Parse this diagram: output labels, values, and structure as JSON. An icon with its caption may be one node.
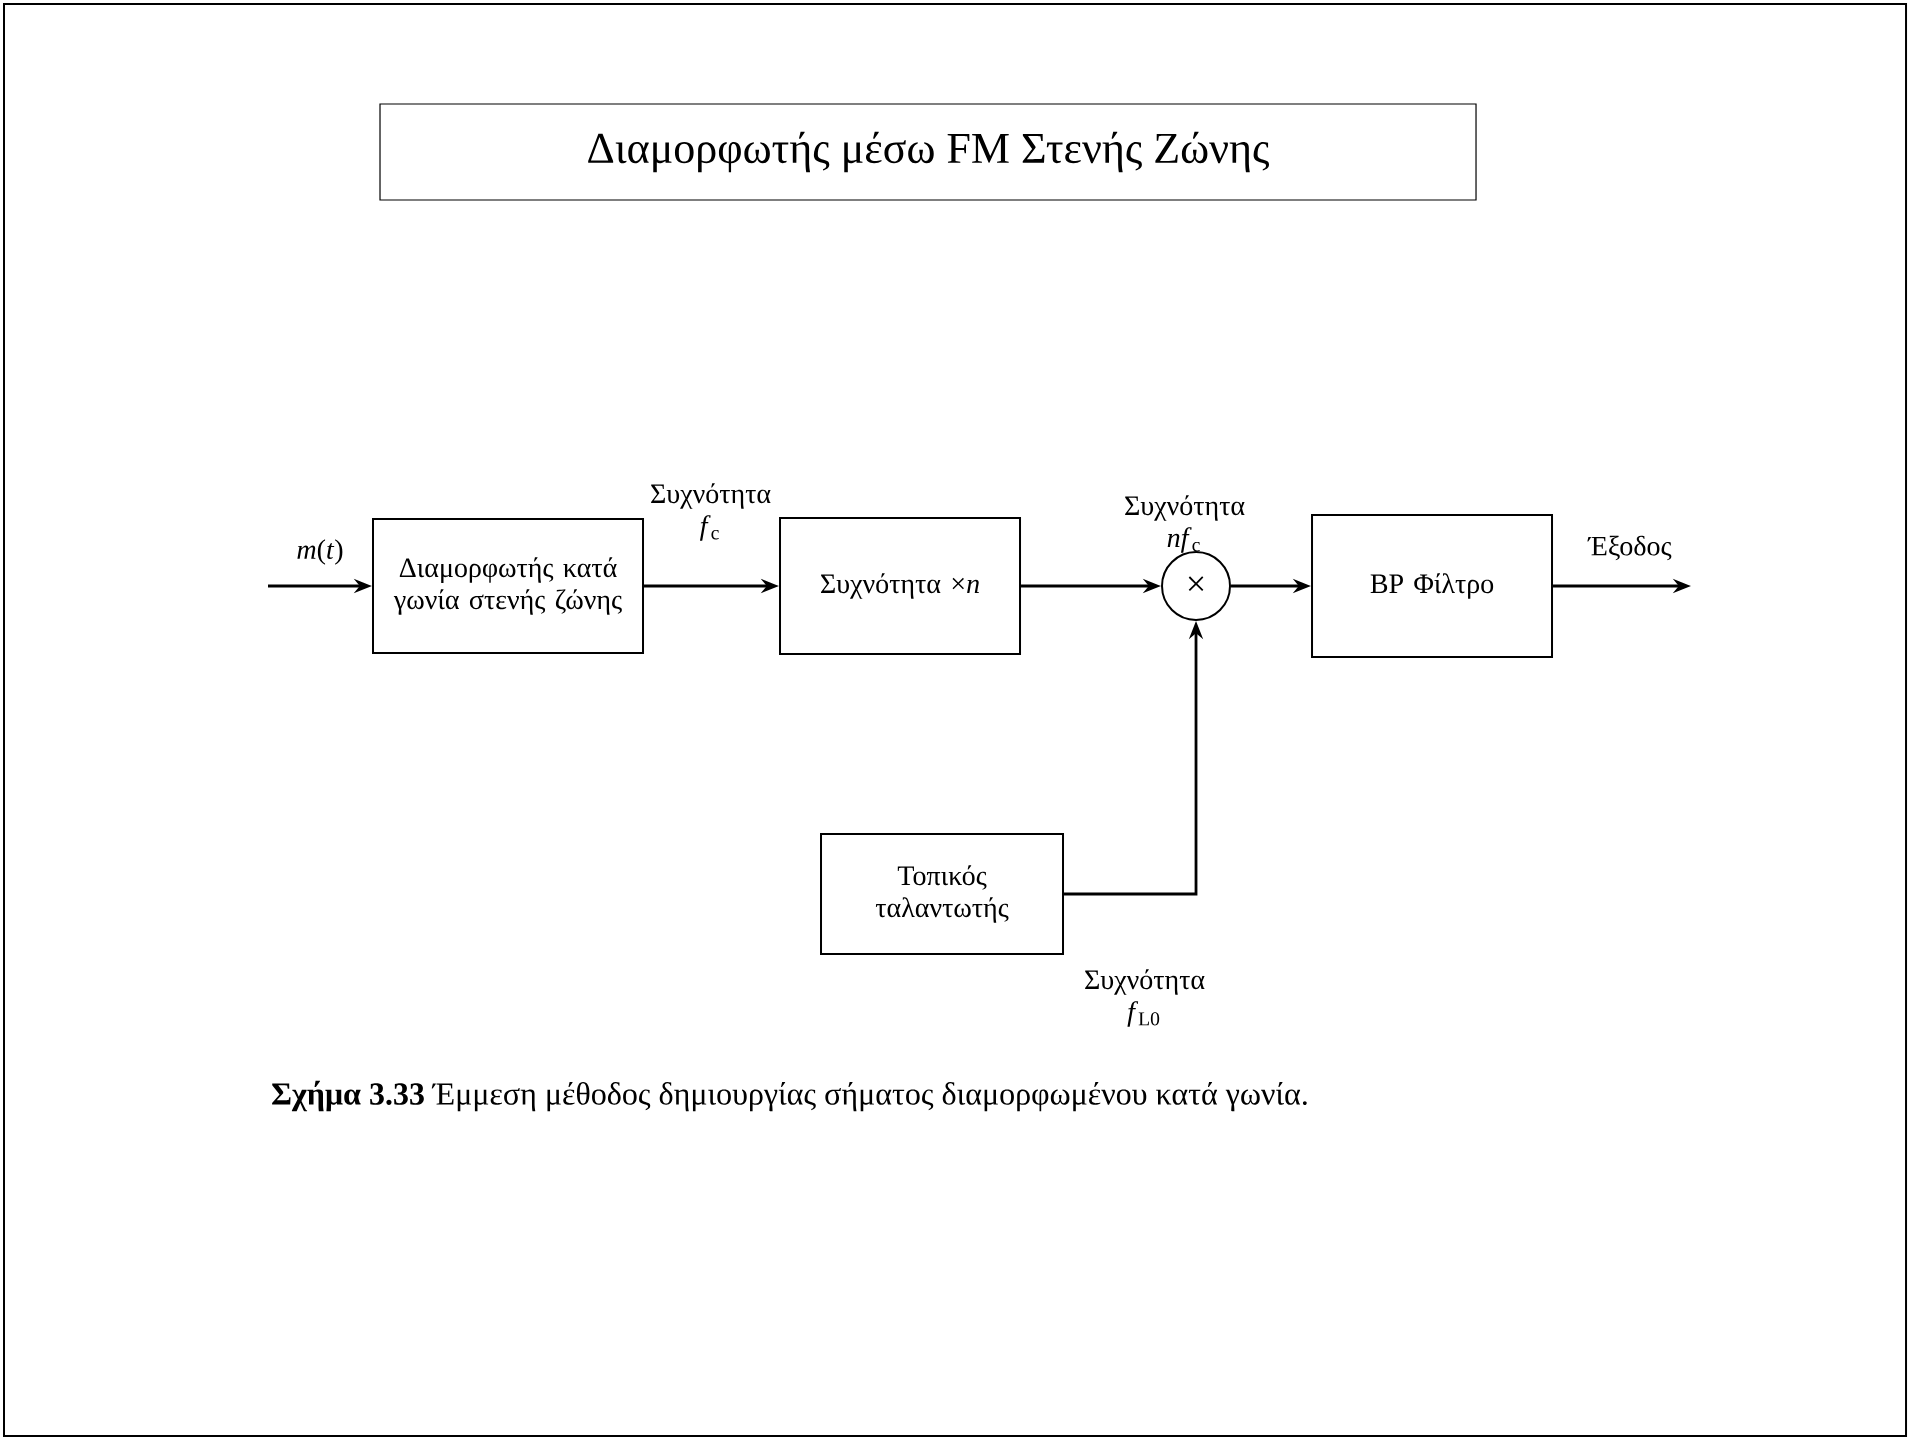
{
  "diagram": {
    "title": "Διαμορφωτής μέσω FM Στενής Ζώνης",
    "caption": "**Σχήμα 3.33** Έμμεση μέθοδος δημιουργίας σήματος διαμορφωμένου κατά γωνία.",
    "nodes": [
      {
        "text": [
          "Διαμορφωτής κατά γωνία στενής ζώνης"
        ]
      },
      {
        "text": [
          "Συχνότητα ×*n*"
        ]
      },
      {
        "text": [
          "×"
        ]
      },
      {
        "text": [
          "BP Φίλτρο"
        ]
      },
      {
        "text": [
          "Τοπικός ταλαντωτής"
        ]
      }
    ],
    "edges": [
      {
        "from": null,
        "to": 0,
        "arrow": "to",
        "label": "*m*(*t*)"
      },
      {
        "from": 0,
        "to": 1,
        "arrow": "to",
        "label": "Συχνότητα *f*$_{c}$"
      },
      {
        "from": 1,
        "to": 2,
        "arrow": "to",
        "label": "Συχνότητα *nf*$_{c}$"
      },
      {
        "from": 2,
        "to": 3,
        "arrow": "to"
      },
      {
        "from": 3,
        "to": null,
        "arrow": "to",
        "label": "Έξοδος"
      },
      {
        "from": 4,
        "to": 2,
        "arrow": "to",
        "label": "Συχνότητα *f*$_{L0}$"
      }
    ]
  }
}
